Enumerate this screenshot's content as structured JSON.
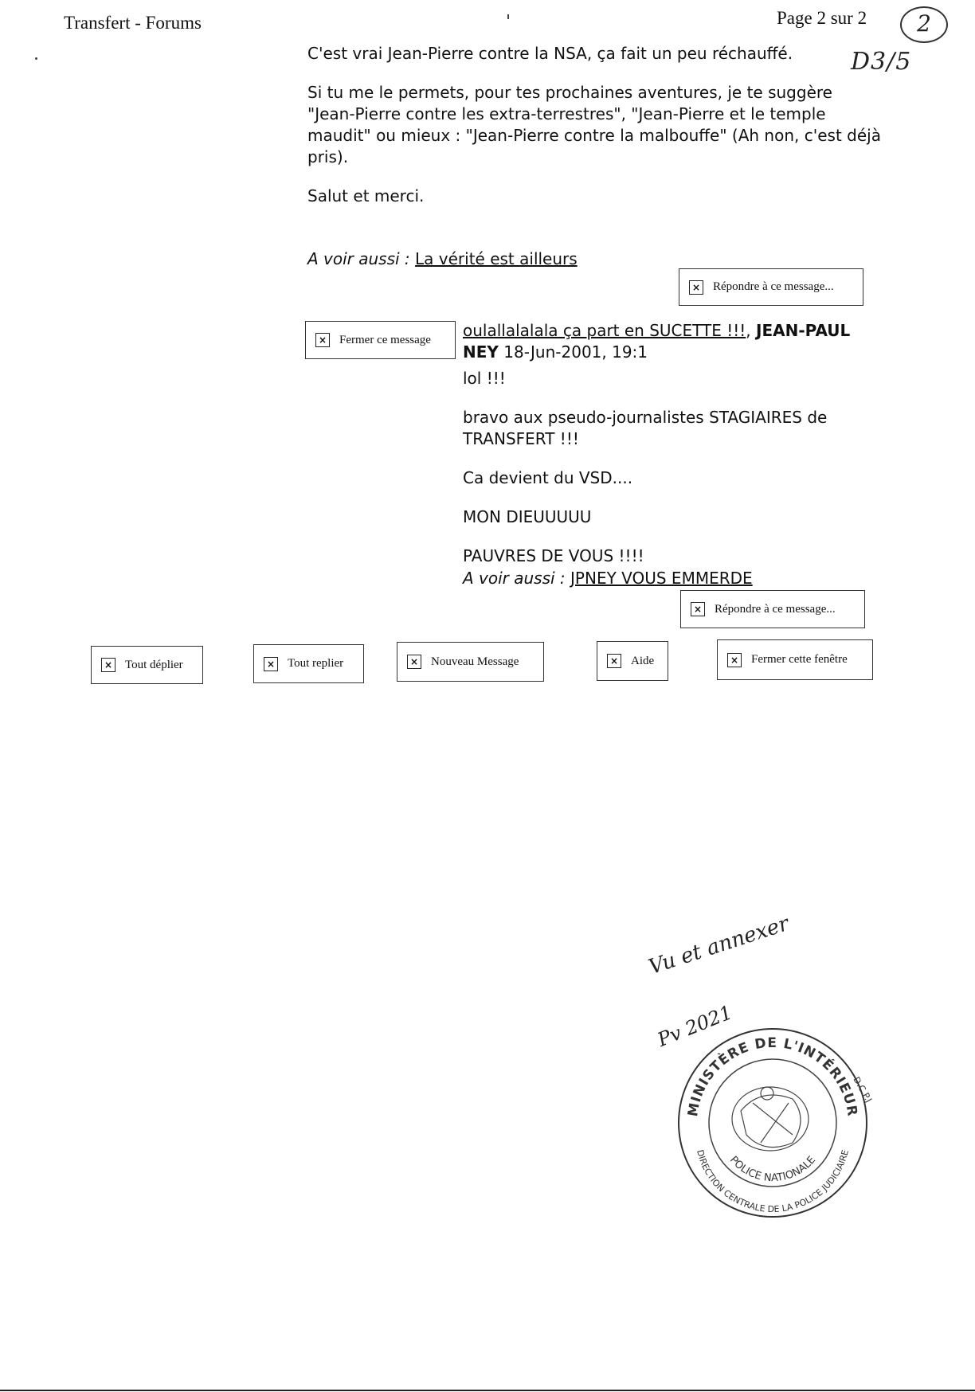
{
  "header": {
    "title": "Transfert - Forums",
    "page_number": "Page 2 sur 2",
    "page_mark": "2",
    "doc_ref": "D3/5"
  },
  "message1": {
    "paragraphs": [
      "C'est vrai Jean-Pierre contre la NSA, ça fait un peu réchauffé.",
      "Si tu me le permets, pour tes prochaines aventures, je te suggère \"Jean-Pierre contre les extra-terrestres\", \"Jean-Pierre et le temple maudit\" ou mieux : \"Jean-Pierre contre la malbouffe\" (Ah non, c'est déjà pris).",
      "Salut et merci."
    ],
    "see_also_label": "A voir aussi :",
    "see_also_link": "La vérité est ailleurs",
    "reply_label": "Répondre à ce message..."
  },
  "message2": {
    "close_label": "Fermer ce message",
    "subject": "oulallalalala ça part en SUCETTE !!!",
    "author": "JEAN-PAUL NEY",
    "date": "18-Jun-2001, 19:1",
    "lines": [
      "lol !!!",
      "bravo aux pseudo-journalistes STAGIAIRES de TRANSFERT !!!",
      "Ca devient du VSD....",
      "MON DIEUUUUU",
      "PAUVRES DE VOUS !!!!"
    ],
    "see_also_label": "A voir aussi :",
    "see_also_link": "JPNEY VOUS EMMERDE",
    "reply_label": "Répondre à ce message..."
  },
  "toolbar": {
    "expand_all": "Tout déplier",
    "collapse_all": "Tout replier",
    "new_message": "Nouveau Message",
    "help": "Aide",
    "close_window": "Fermer cette fenêtre"
  },
  "annotation": {
    "line1": "Vu et annexer",
    "line2": "Pv 2021"
  },
  "stamp": {
    "outer_text": "MINISTÈRE DE L'INTÉRIEUR",
    "right_text": "D.C.P.J",
    "inner_text": "POLICE NATIONALE",
    "bottom_text": "DIRECTION CENTRALE DE LA POLICE JUDICIAIRE"
  }
}
